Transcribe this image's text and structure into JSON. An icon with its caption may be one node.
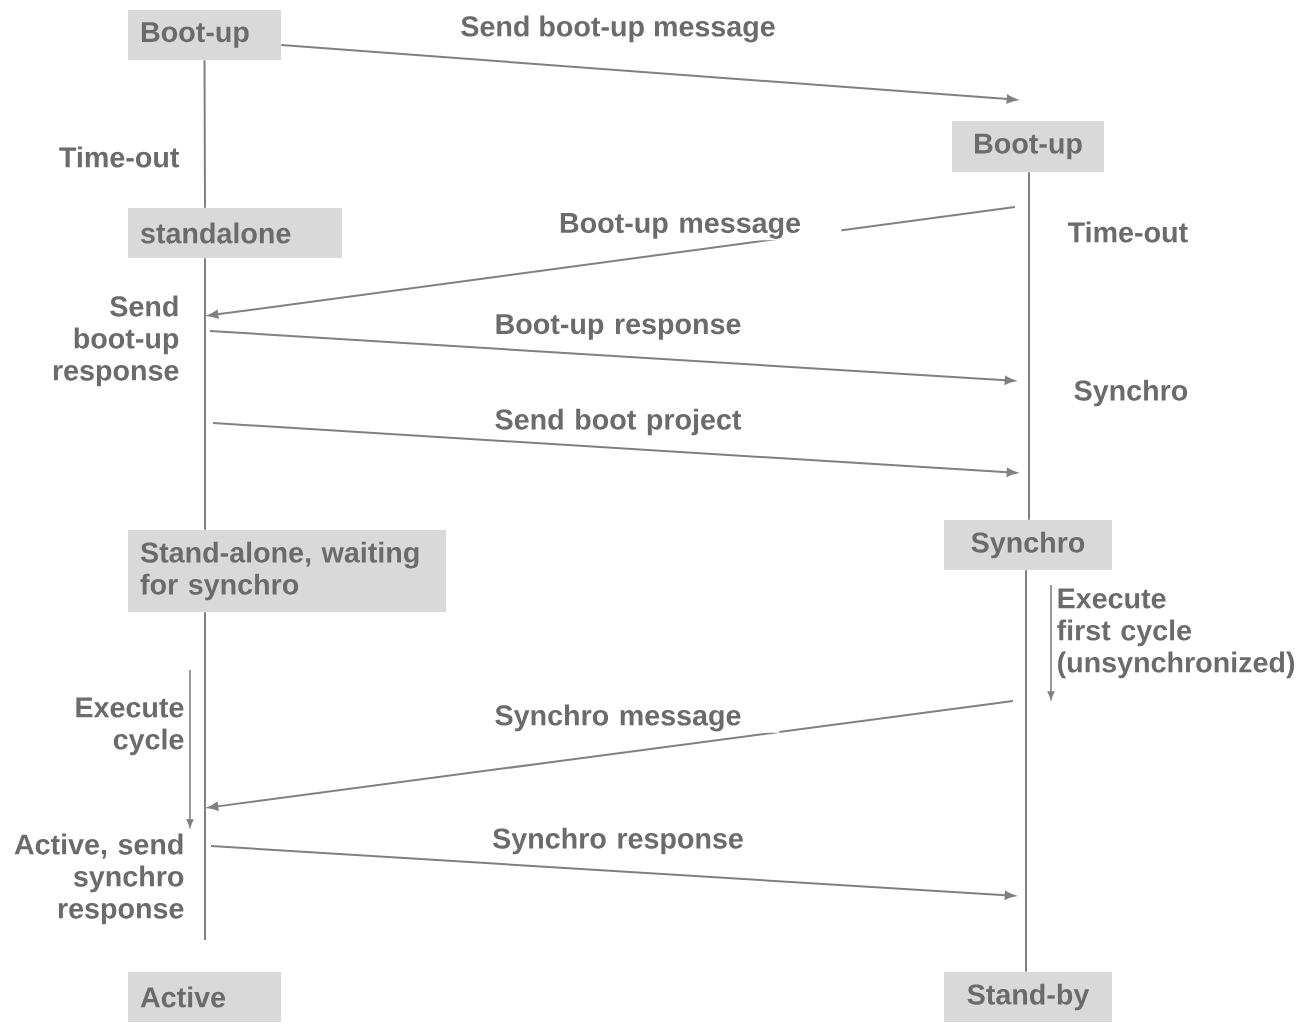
{
  "diagram": {
    "nodes": [
      {
        "text": [
          "Boot-up"
        ]
      },
      {
        "text": [
          "standalone"
        ]
      },
      {
        "text": [
          "Stand-alone, waiting for synchro"
        ]
      },
      {
        "text": [
          "Active"
        ]
      },
      {
        "text": [
          "Boot-up"
        ]
      },
      {
        "text": [
          "Synchro"
        ]
      },
      {
        "text": [
          "Stand-by"
        ]
      }
    ],
    "edges": [
      {
        "from": 0,
        "to": null,
        "arrow": "to",
        "label": "Send boot-up message"
      },
      {
        "from": 0,
        "to": 1,
        "arrow": "none"
      },
      {
        "from": 4,
        "to": 5,
        "arrow": "none"
      },
      {
        "from": 1,
        "to": 2,
        "arrow": "none"
      },
      {
        "from": 5,
        "to": 6,
        "arrow": "none"
      },
      {
        "from": 2,
        "to": null,
        "arrow": "none"
      }
    ],
    "labels": [
      "Time-out",
      "Boot-up message",
      "Time-out",
      "Send boot-up response",
      "Boot-up response",
      "Synchro",
      "Send boot project",
      "Execute first cycle (unsynchronized)",
      "Execute cycle",
      "Synchro message",
      "Synchro response",
      "Active, send synchro response"
    ]
  }
}
